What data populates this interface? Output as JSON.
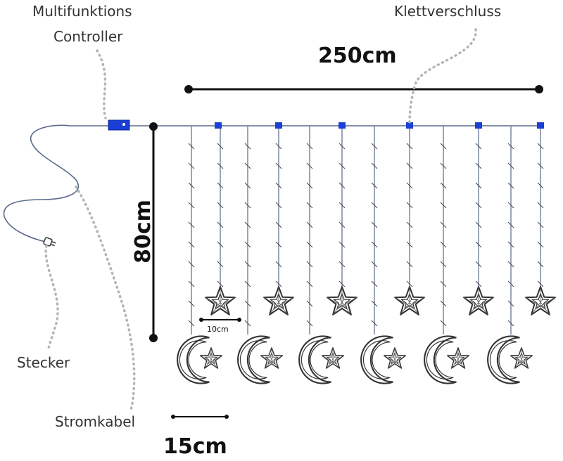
{
  "labels": {
    "controller_line1": "Multifunktions",
    "controller_line2": "Controller",
    "velcro": "Klettverschluss",
    "plug": "Stecker",
    "cable": "Stromkabel"
  },
  "dimensions": {
    "width": "250cm",
    "height": "80cm",
    "star_size": "10cm",
    "spacing": "15cm"
  },
  "colors": {
    "wire": "#5a6a8a",
    "clip": "#1a3fd6",
    "dotted": "#b5b5b5",
    "dimension": "#111111",
    "bulb": "#444444"
  },
  "icons": [
    "star-icon",
    "moon-icon",
    "plug-icon",
    "controller-box-icon",
    "velcro-clip-icon"
  ]
}
